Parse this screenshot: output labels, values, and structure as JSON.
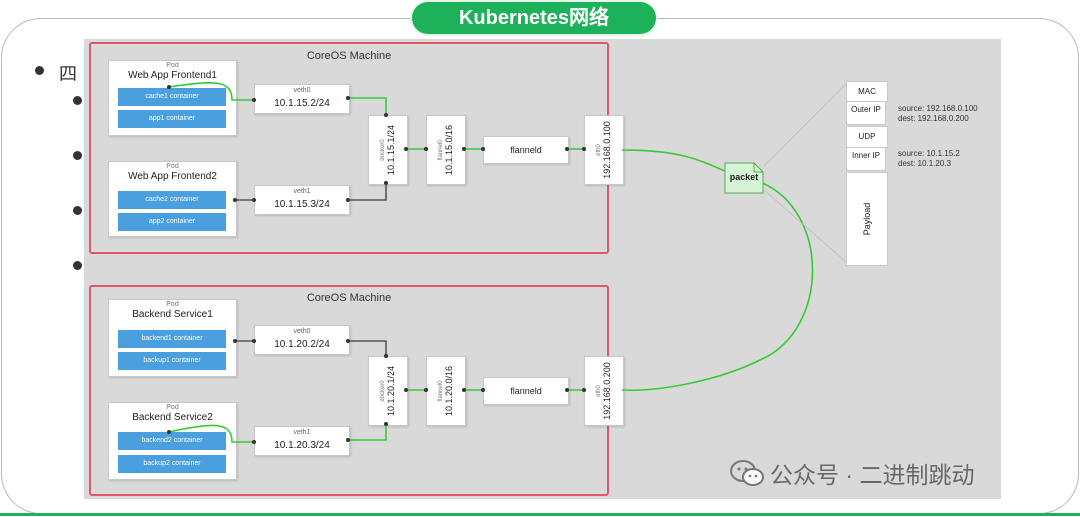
{
  "title": "Kubernetes网络",
  "background_text": "四",
  "machines": [
    {
      "title": "CoreOS Machine",
      "pods": [
        {
          "small": "Pod",
          "name": "Web App Frontend1",
          "containers": [
            "cache1 container",
            "app1 container"
          ]
        },
        {
          "small": "Pod",
          "name": "Web App Frontend2",
          "containers": [
            "cache2 container",
            "app2 container"
          ]
        }
      ],
      "veths": [
        {
          "label": "veth0",
          "ip": "10.1.15.2/24"
        },
        {
          "label": "veth1",
          "ip": "10.1.15.3/24"
        }
      ],
      "docker": {
        "label": "docker0",
        "ip": "10.1.15.1/24"
      },
      "flannel_if": {
        "label": "flannel0",
        "ip": "10.1.15.0/16"
      },
      "flanneld": "flanneld",
      "eth": {
        "label": "eth0",
        "ip": "192.168.0.100"
      }
    },
    {
      "title": "CoreOS Machine",
      "pods": [
        {
          "small": "Pod",
          "name": "Backend Service1",
          "containers": [
            "backend1 container",
            "backup1 container"
          ]
        },
        {
          "small": "Pod",
          "name": "Backend Service2",
          "containers": [
            "backend2 container",
            "backup2 container"
          ]
        }
      ],
      "veths": [
        {
          "label": "veth0",
          "ip": "10.1.20.2/24"
        },
        {
          "label": "veth1",
          "ip": "10.1.20.3/24"
        }
      ],
      "docker": {
        "label": "docker0",
        "ip": "10.1.20.1/24"
      },
      "flannel_if": {
        "label": "flannel0",
        "ip": "10.1.20.0/16"
      },
      "flanneld": "flanneld",
      "eth": {
        "label": "eth0",
        "ip": "192.168.0.200"
      }
    }
  ],
  "packet": {
    "label": "packet",
    "layers": [
      "MAC",
      "Outer IP",
      "UDP",
      "Inner IP",
      "Payload"
    ],
    "outer": {
      "source": "source: 192.168.0.100",
      "dest": "dest: 192.168.0.200"
    },
    "inner": {
      "source": "source: 10.1.15.2",
      "dest": "dest: 10.1.20.3"
    }
  },
  "watermark": "公众号 · 二进制跳动",
  "colors": {
    "green": "#1db25a",
    "wire": "#33cc33",
    "machine_border": "#e0566b",
    "container": "#4a9fde",
    "diagram_bg": "#d9d9d9"
  }
}
